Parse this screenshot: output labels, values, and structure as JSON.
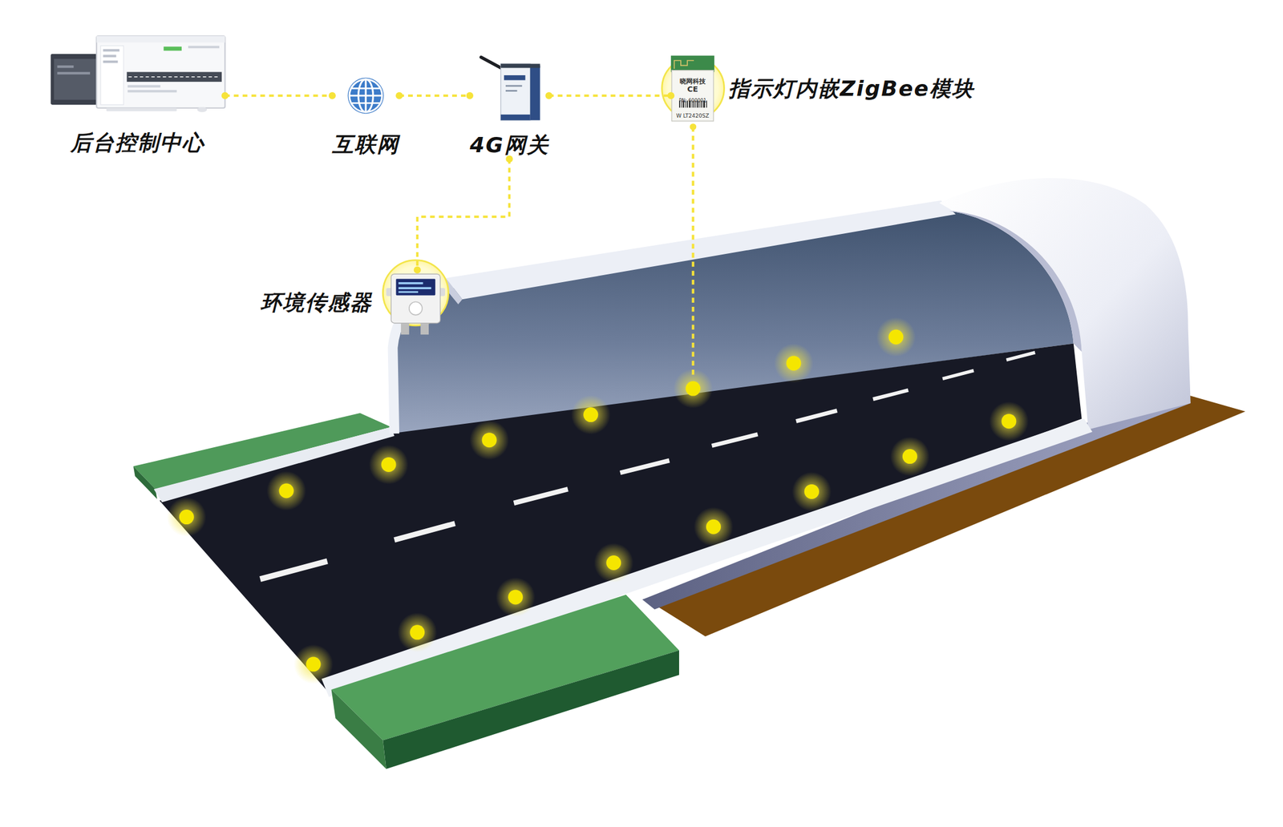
{
  "diagram": {
    "nodes": [
      {
        "text": [
          "后台控制中心"
        ]
      },
      {
        "text": [
          "互联网"
        ]
      },
      {
        "text": [
          "4G网关"
        ]
      },
      {
        "text": [
          "指示灯内嵌ZigBee模块"
        ]
      },
      {
        "text": [
          "环境传感器"
        ]
      }
    ],
    "edges": [
      {
        "from": 0,
        "to": 1,
        "arrow": "none"
      },
      {
        "from": 1,
        "to": 2,
        "arrow": "none"
      },
      {
        "from": 2,
        "to": 3,
        "arrow": "none"
      },
      {
        "from": 2,
        "to": 4,
        "arrow": "none"
      }
    ],
    "labels": [
      "晓网科技",
      "CE",
      "PN: 600001",
      "W LT2420SZ"
    ]
  }
}
